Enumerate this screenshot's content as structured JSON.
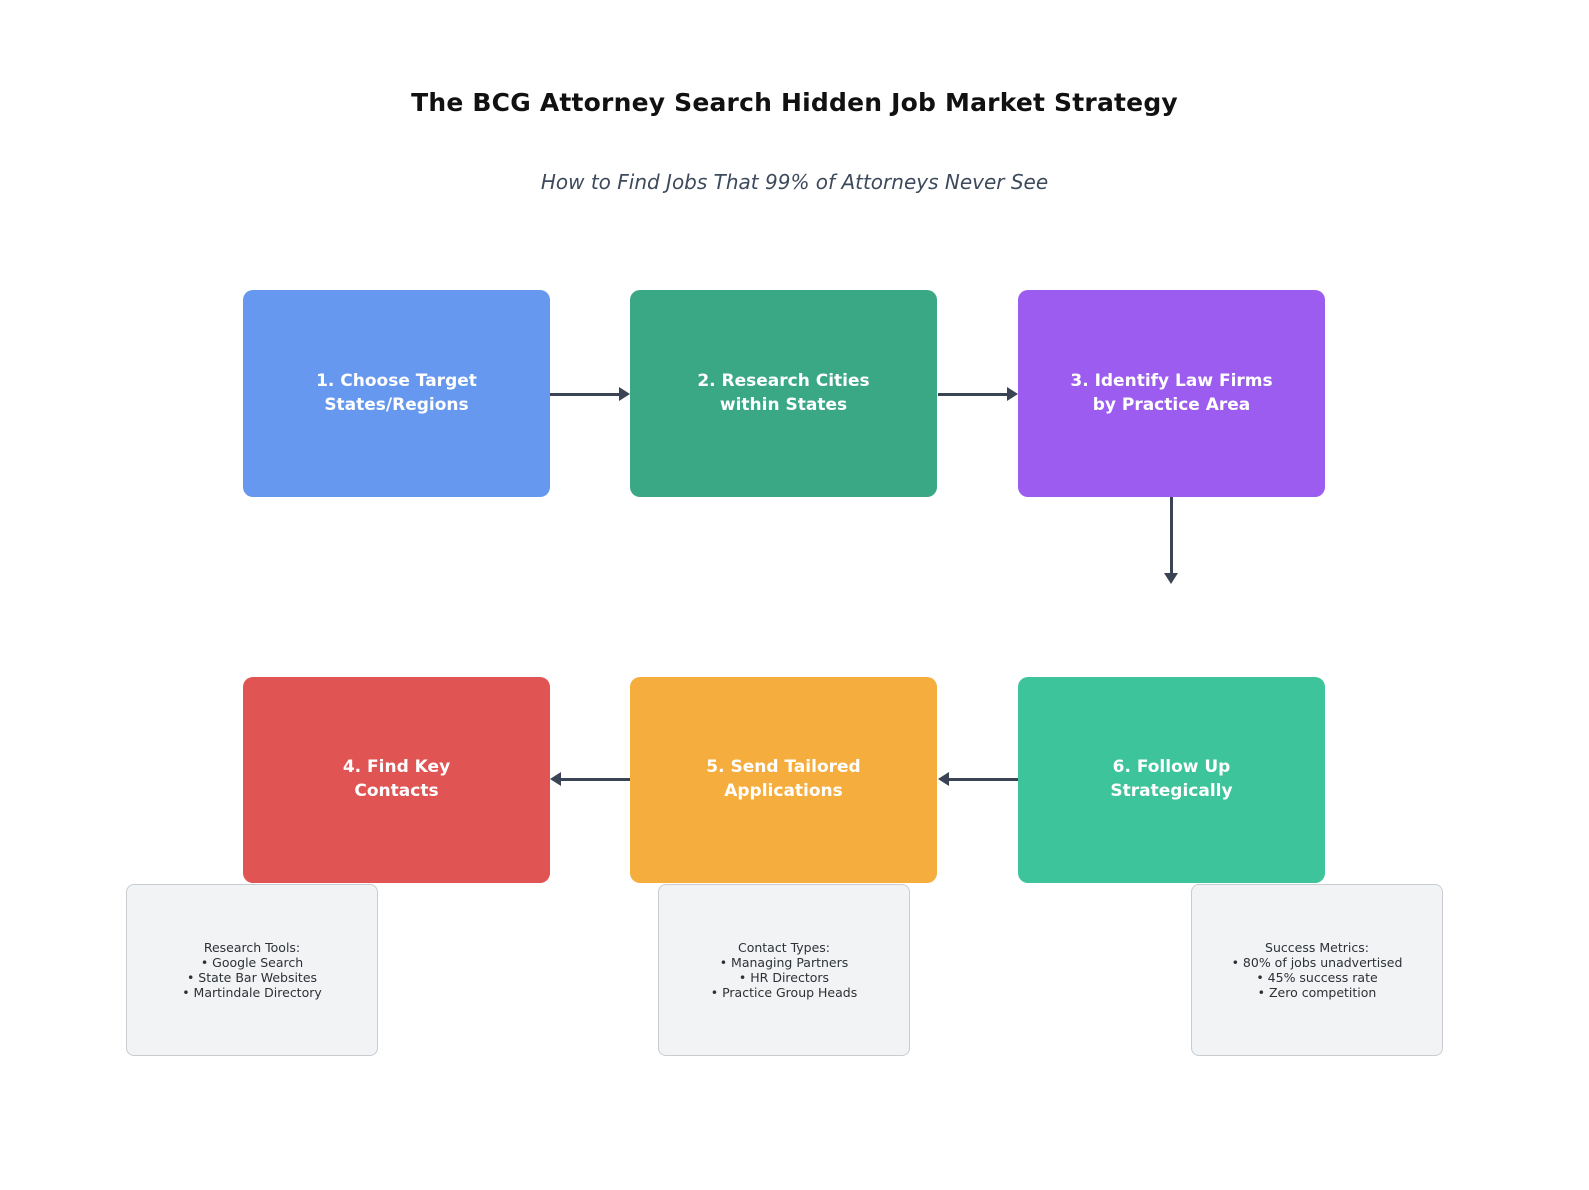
{
  "title": "The BCG Attorney Search Hidden Job Market Strategy",
  "subtitle": "How to Find Jobs That 99% of Attorneys Never See",
  "steps": [
    {
      "label": "1. Choose Target\nStates/Regions",
      "color": "#6598ee"
    },
    {
      "label": "2. Research Cities\nwithin States",
      "color": "#3aa785"
    },
    {
      "label": "3. Identify Law Firms\nby Practice Area",
      "color": "#9c5cf0"
    },
    {
      "label": "4. Find Key\nContacts",
      "color": "#e05454"
    },
    {
      "label": "5. Send Tailored\nApplications",
      "color": "#f5ad3d"
    },
    {
      "label": "6. Follow Up\nStrategically",
      "color": "#3ec49a"
    }
  ],
  "flow_arrows": [
    "step1-to-step2",
    "step2-to-step3",
    "step3-to-step6",
    "step6-to-step5",
    "step5-to-step4"
  ],
  "notes": [
    {
      "text": "Research Tools:\n• Google Search\n• State Bar Websites\n• Martindale Directory"
    },
    {
      "text": "Contact Types:\n• Managing Partners\n• HR Directors\n• Practice Group Heads"
    },
    {
      "text": "Success Metrics:\n• 80% of jobs unadvertised\n• 45% success rate\n• Zero competition"
    }
  ],
  "colors": {
    "arrow": "#3a4454",
    "note_background": "#f2f3f4",
    "note_border": "#c9cdd1",
    "title_text": "#111111",
    "subtitle_text": "#3d4a5c"
  }
}
